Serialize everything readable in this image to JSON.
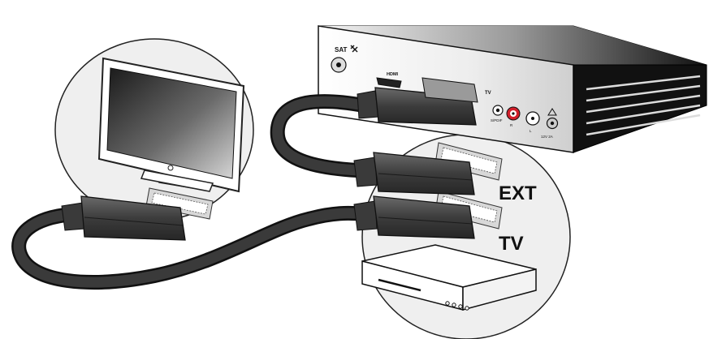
{
  "receiver": {
    "sat_label": "SAT",
    "hdmi_label": "HDMI",
    "tv_port_label": "TV",
    "spdif_label": "S/PDIF",
    "r_label": "R",
    "l_label": "L",
    "power_label": "12V 2A"
  },
  "ports": {
    "ext_label": "EXT",
    "tv_label": "TV"
  },
  "dvd": {
    "buttons": 4
  },
  "colors": {
    "cable": "#2b2b2b",
    "connector": "#4a4a4a",
    "circle_fill": "#efefef",
    "receiver_dark": "#111111",
    "rca_red": "#d21f2b"
  },
  "icons": [
    "satellite-icon",
    "warning-icon",
    "scart-connector-icon",
    "tv-monitor-icon",
    "dvd-player-icon"
  ]
}
